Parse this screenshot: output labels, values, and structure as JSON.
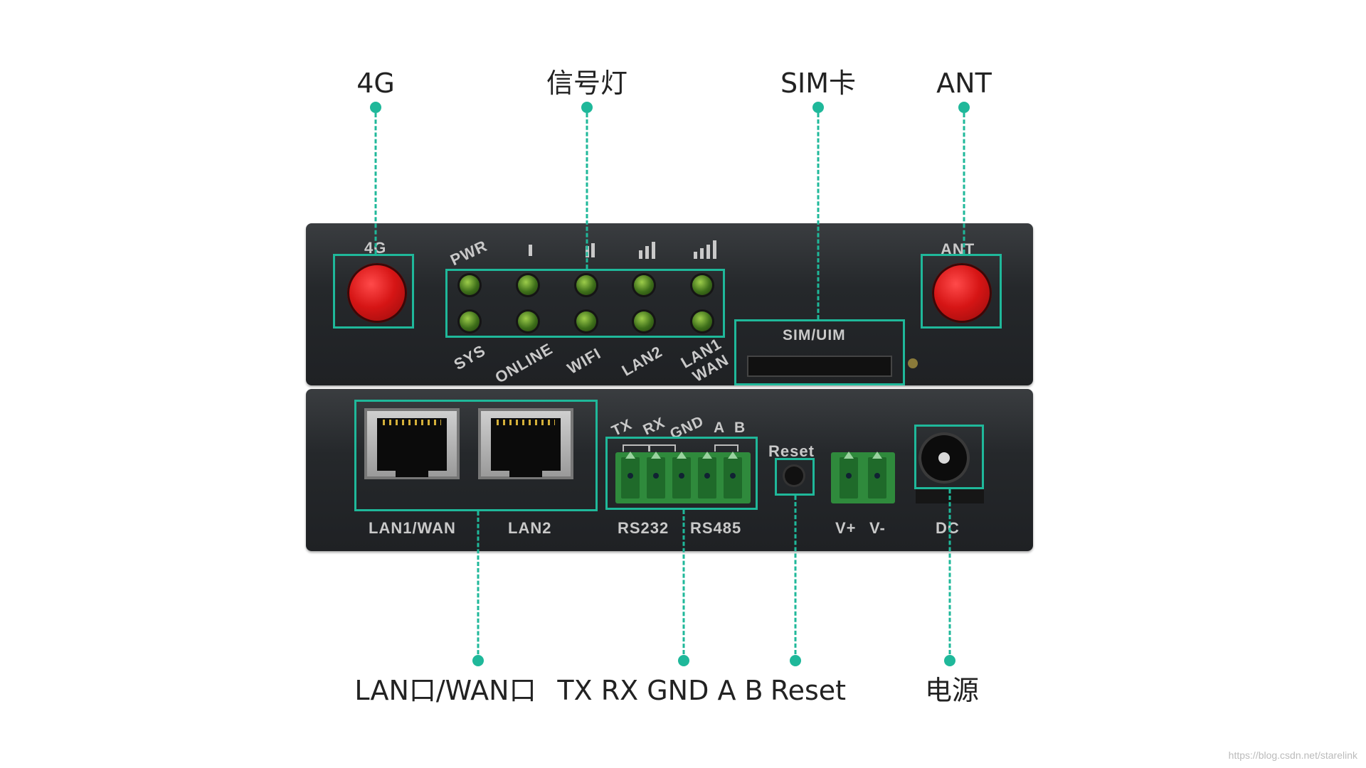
{
  "callouts": {
    "top": [
      "4G",
      "信号灯",
      "SIM卡",
      "ANT"
    ],
    "bottom": [
      "LAN口/WAN口",
      "TX RX GND A B",
      "Reset",
      "电源"
    ]
  },
  "device": {
    "top_panel": {
      "antenna_left": "4G",
      "antenna_right": "ANT",
      "led_top_labels": [
        "PWR",
        "I",
        "II",
        "III",
        "IIII"
      ],
      "led_bottom_labels": [
        "SYS",
        "ONLINE",
        "WIFI",
        "LAN2",
        "LAN1",
        "WAN"
      ],
      "sim_label": "SIM/UIM"
    },
    "bottom_panel": {
      "port_labels": [
        "LAN1/WAN",
        "LAN2"
      ],
      "terminal_pins": [
        "TX",
        "RX",
        "GND",
        "A",
        "B"
      ],
      "terminal_labels": [
        "RS232",
        "RS485"
      ],
      "reset_label": "Reset",
      "power_pins": [
        "V+",
        "V-"
      ],
      "dc_label": "DC"
    }
  },
  "watermark": "https://blog.csdn.net/starelink",
  "colors": {
    "accent": "#1fb89a",
    "antenna": "#d61515",
    "led": "#3e6f1a",
    "terminal": "#2f8a3c"
  }
}
